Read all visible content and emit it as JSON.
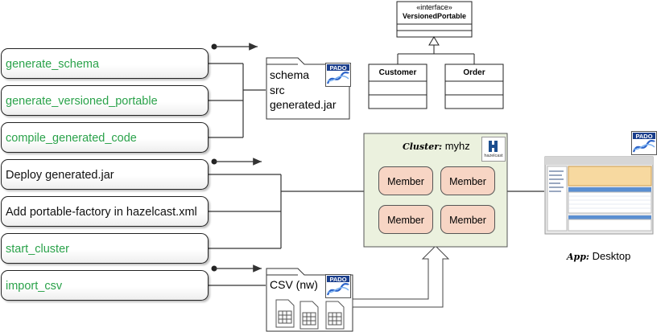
{
  "commands": [
    {
      "label": "generate_schema",
      "color": "green"
    },
    {
      "label": "generate_versioned_portable",
      "color": "green"
    },
    {
      "label": "compile_generated_code",
      "color": "green"
    },
    {
      "label": "Deploy generated.jar",
      "color": "black"
    },
    {
      "label": "Add portable-factory in hazelcast.xml",
      "color": "black"
    },
    {
      "label": "start_cluster",
      "color": "green"
    },
    {
      "label": "import_csv",
      "color": "green"
    }
  ],
  "uml": {
    "stereotype": "«interface»",
    "interface_name": "VersionedPortable",
    "classes": [
      "Customer",
      "Order"
    ]
  },
  "output_folder": {
    "items": [
      "schema",
      "src",
      "generated.jar"
    ],
    "badge": "PADO"
  },
  "cluster": {
    "label_prefix": "Cluster:",
    "name": "myhz",
    "logo_text": "hazelcast",
    "members": [
      "Member",
      "Member",
      "Member",
      "Member"
    ]
  },
  "csv_folder": {
    "label": "CSV (nw)",
    "badge": "PADO"
  },
  "app": {
    "label_prefix": "App:",
    "name": "Desktop",
    "badge": "PADO"
  },
  "colors": {
    "command_green": "#2aa24a",
    "cluster_fill": "#ebf1de",
    "member_fill": "#f7d5c4"
  }
}
